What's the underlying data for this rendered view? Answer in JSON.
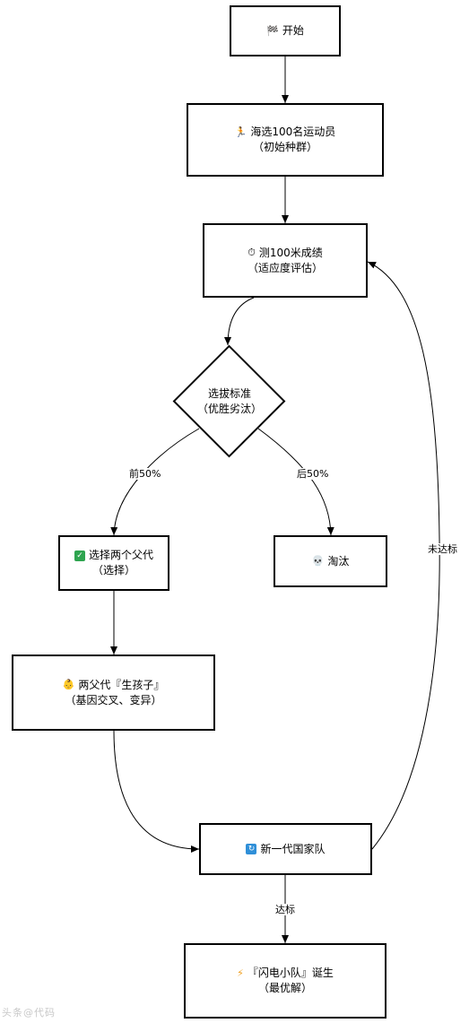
{
  "nodes": {
    "start": {
      "icon": "checkered-flag-icon",
      "text": "开始"
    },
    "select100": {
      "icon": "runner-icon",
      "line1": "海选100名运动员",
      "line2": "（初始种群）"
    },
    "measure": {
      "icon": "stopwatch-icon",
      "line1": "测100米成绩",
      "line2": "（适应度评估）"
    },
    "decision": {
      "line1": "选拔标准",
      "line2": "（优胜劣汰）"
    },
    "parents": {
      "icon": "check-mark-icon",
      "line1": "选择两个父代",
      "line2": "（选择）"
    },
    "eliminate": {
      "icon": "skull-icon",
      "text": "淘汰"
    },
    "offspring": {
      "icon": "baby-icon",
      "line1": "两父代『生孩子』",
      "line2": "（基因交叉、变异）"
    },
    "newgen": {
      "icon": "refresh-icon",
      "text": "新一代国家队"
    },
    "final": {
      "icon": "lightning-icon",
      "line1": "『闪电小队』诞生",
      "line2": "（最优解）"
    }
  },
  "edges": {
    "top50": "前50%",
    "bottom50": "后50%",
    "not_met": "未达标",
    "met": "达标"
  },
  "watermark": "头条@代码",
  "colors": {
    "stroke": "#000000",
    "check_green": "#2ea44f",
    "refresh_blue": "#2f8fd8",
    "lightning_orange": "#f0a020"
  }
}
